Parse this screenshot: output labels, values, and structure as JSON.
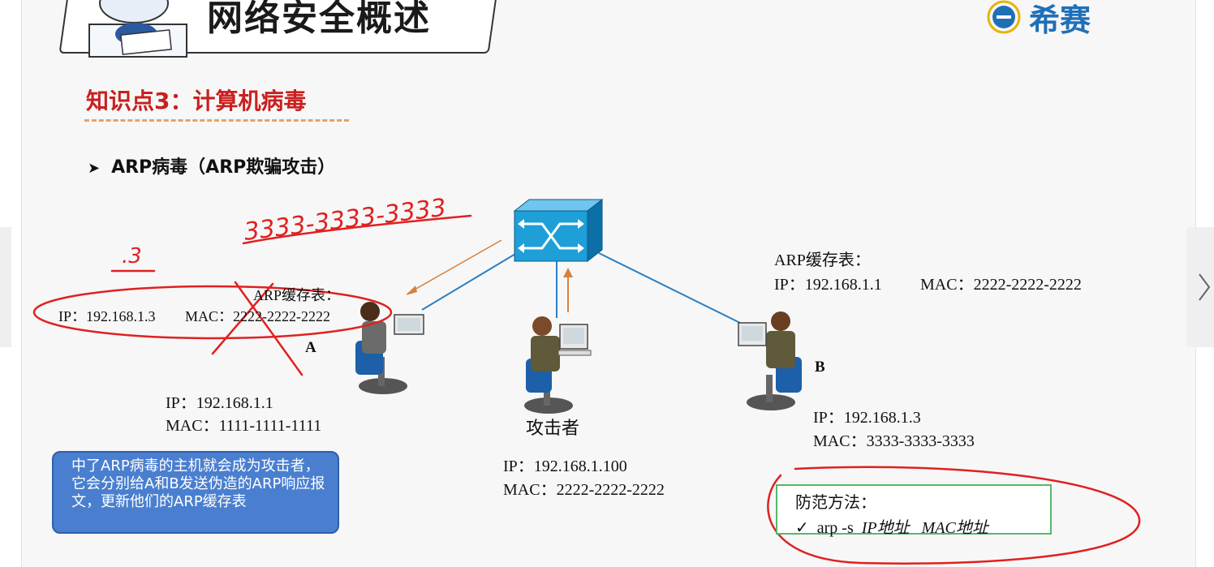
{
  "slide": {
    "title": "网络安全概述",
    "logo_text": "希赛",
    "knowledge_point": "知识点3：计算机病毒",
    "bullet": "ARP病毒（ARP欺骗攻击）"
  },
  "hosts": {
    "a": {
      "label": "A",
      "ip": "IP：192.168.1.1",
      "mac": "MAC：1111-1111-1111",
      "arp_title": "ARP缓存表：",
      "arp_entry_ip": "IP：192.168.1.3",
      "arp_entry_mac": "MAC：2222-2222-2222"
    },
    "b": {
      "label": "B",
      "ip": "IP：192.168.1.3",
      "mac": "MAC：3333-3333-3333",
      "arp_title": "ARP缓存表：",
      "arp_entry_ip": "IP：192.168.1.1",
      "arp_entry_mac": "MAC：2222-2222-2222"
    },
    "attacker": {
      "label": "攻击者",
      "ip": "IP：192.168.1.100",
      "mac": "MAC：2222-2222-2222"
    }
  },
  "note_box": "中了ARP病毒的主机就会成为攻击者，它会分别给A和B发送伪造的ARP响应报文，更新他们的ARP缓存表",
  "defense": {
    "title": "防范方法：",
    "check": "✓",
    "cmd": "arp -s",
    "arg1": "IP地址",
    "arg2": "MAC地址"
  },
  "annotations": {
    "handwritten_1": ".3",
    "handwritten_2": "3333-3333-3333"
  },
  "colors": {
    "title_red": "#c8201e",
    "note_blue": "#4a7fd0",
    "annotation_red": "#e02020",
    "switch_blue": "#1e9fd8",
    "defense_border": "#55b86a"
  },
  "icons": [
    "network-switch-icon",
    "computer-user-icon",
    "chevron-right-icon",
    "cat-mascot-icon"
  ]
}
